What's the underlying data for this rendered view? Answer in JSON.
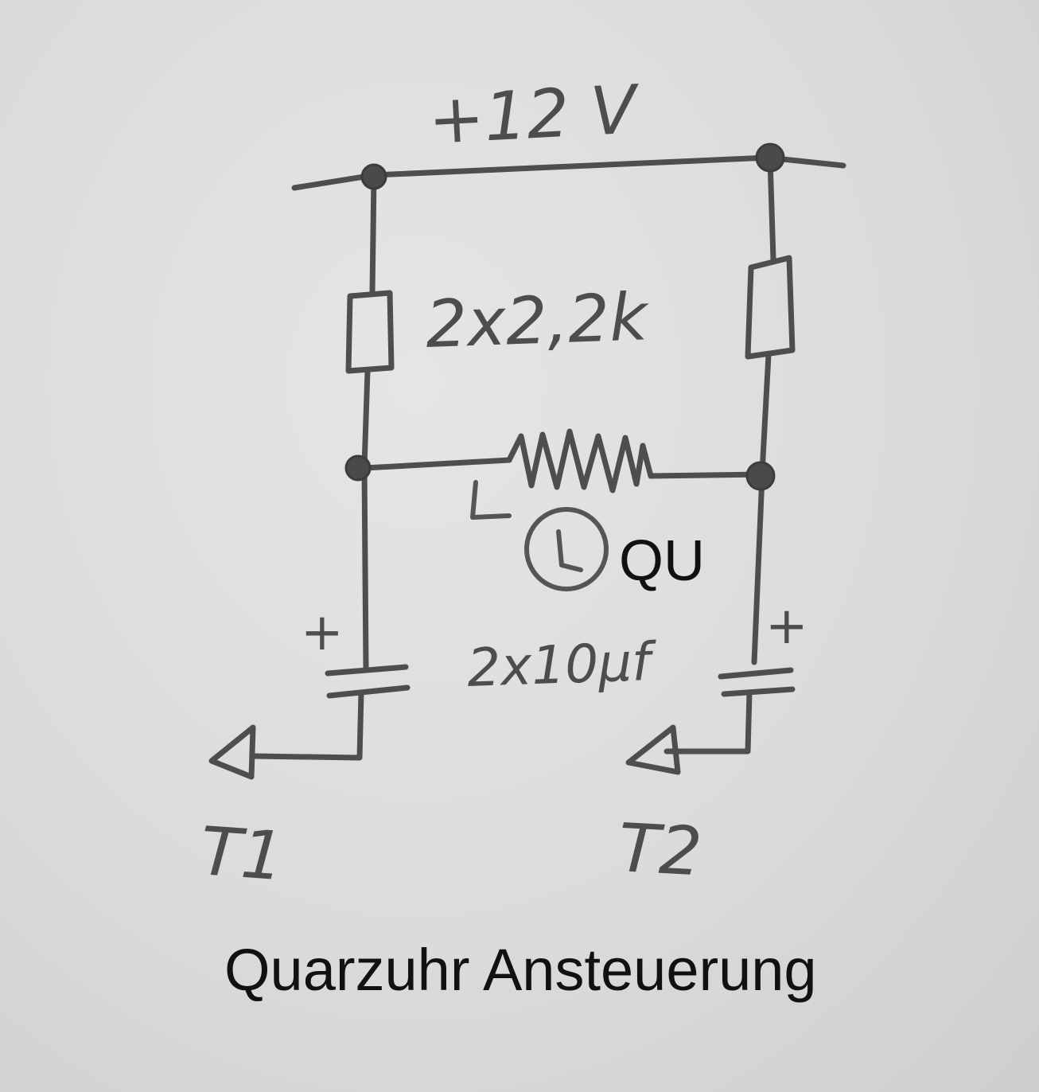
{
  "schematic": {
    "supply_label": "+12 V",
    "resistor_label": "2x2,2k",
    "capacitor_label": "2x10µf",
    "plus_left": "+",
    "plus_right": "+",
    "terminal_left": "T1",
    "terminal_right": "T2",
    "coil_label": "QU",
    "coil_symbol": "clock-icon"
  },
  "caption": "Quarzuhr Ansteuerung"
}
